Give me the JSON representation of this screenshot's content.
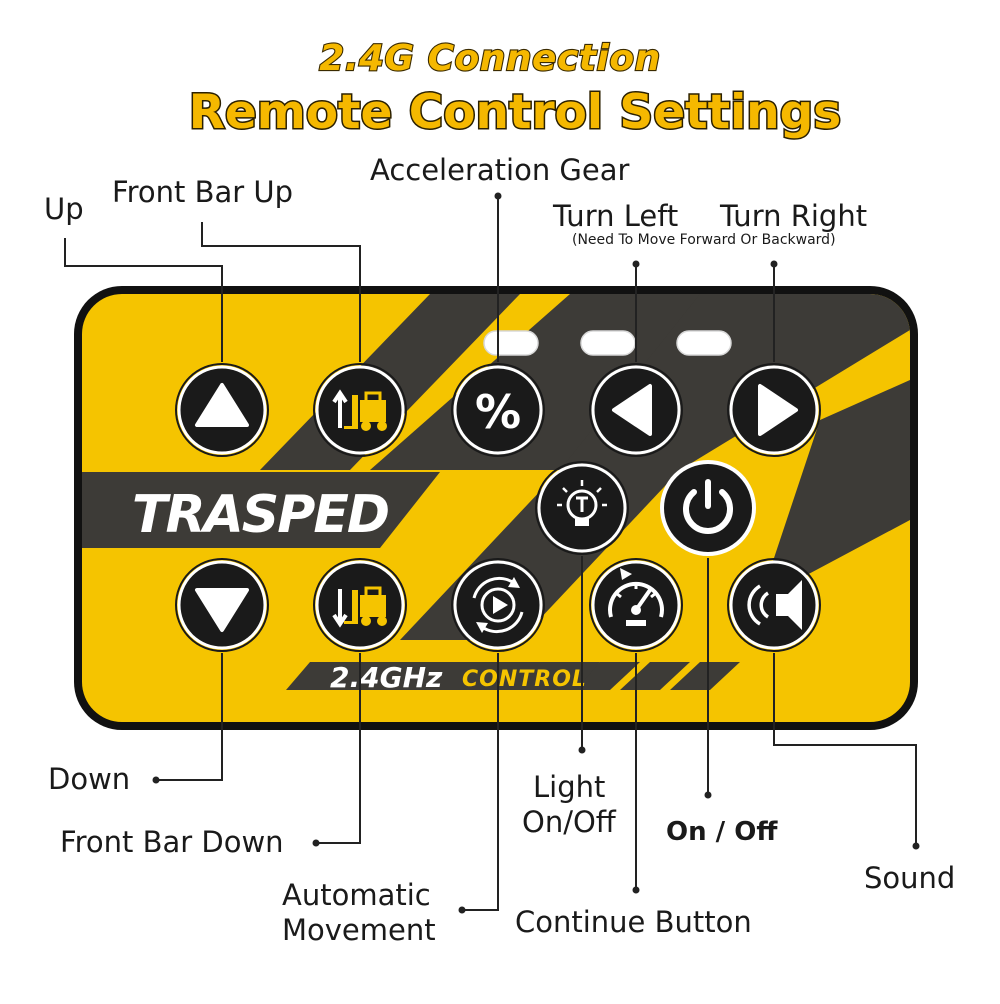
{
  "title": {
    "line1": "2.4G Connection",
    "line2": "Remote Control Settings"
  },
  "remote": {
    "brand": "TRASPED",
    "band_text": "2.4GHz",
    "band_sub": "CONTROL"
  },
  "labels": {
    "up": "Up",
    "front_bar_up": "Front Bar Up",
    "acceleration_gear": "Acceleration Gear",
    "turn_left": "Turn Left",
    "turn_right": "Turn Right",
    "turn_note": "(Need To Move Forward Or Backward)",
    "down": "Down",
    "front_bar_down": "Front Bar Down",
    "automatic_movement_1": "Automatic",
    "automatic_movement_2": "Movement",
    "light_1": "Light",
    "light_2": "On/Off",
    "on_off": "On / Off",
    "continue_button": "Continue Button",
    "sound": "Sound"
  },
  "buttons": {
    "acceleration_symbol": "%"
  },
  "colors": {
    "remote_yellow": "#f5c400",
    "stripe_dark": "#3d3b37",
    "button_black": "#1a1a1a",
    "title_yellow": "#f5b800"
  }
}
